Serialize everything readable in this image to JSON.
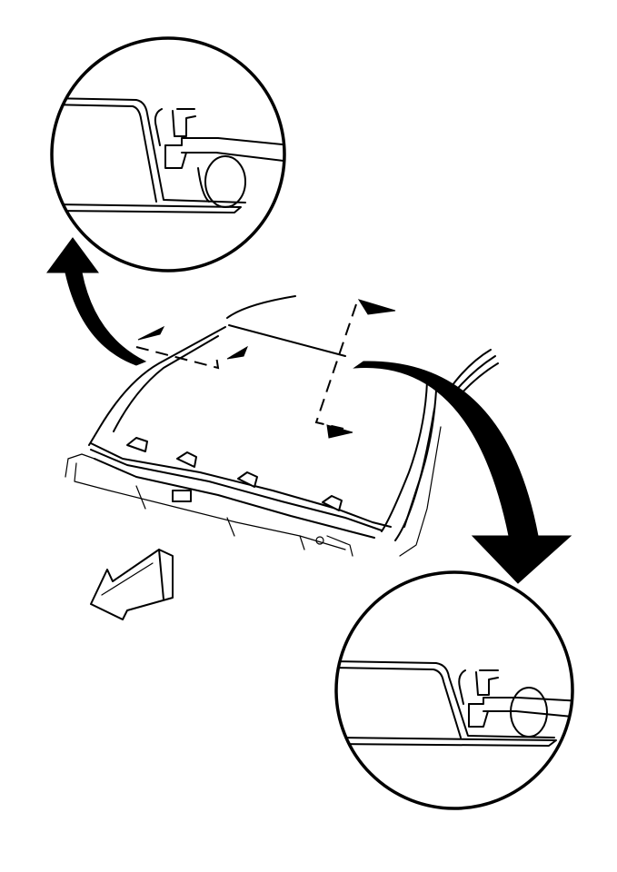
{
  "diagram": {
    "type": "technical-line-drawing",
    "subject": "windshield-reveal-molding-clip-detail",
    "callouts": [
      {
        "name": "upper-left-detail",
        "view": "molding-clip-cross-section"
      },
      {
        "name": "lower-right-detail",
        "view": "molding-clip-cross-section"
      }
    ],
    "indicators": [
      {
        "name": "front-direction-arrow",
        "meaning": "vehicle-front"
      },
      {
        "name": "section-line-left",
        "style": "dashed"
      },
      {
        "name": "section-line-right",
        "style": "dashed"
      }
    ],
    "colors": {
      "ink": "#000000",
      "paper": "#ffffff"
    }
  }
}
